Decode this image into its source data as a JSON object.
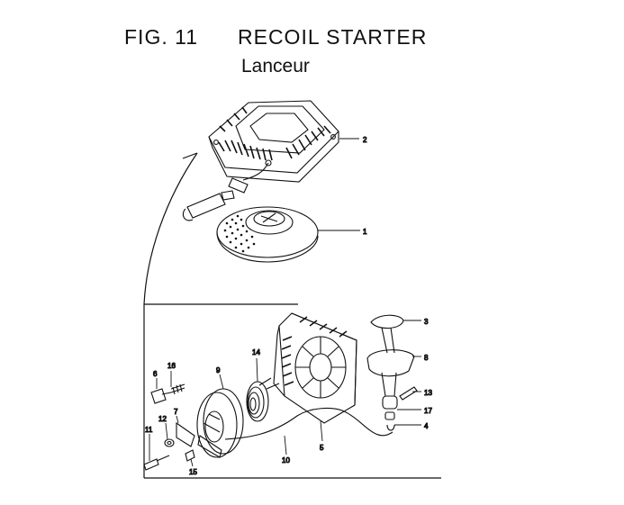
{
  "header": {
    "figure_label": "FIG. 11",
    "title": "RECOIL STARTER",
    "subtitle": "Lanceur"
  },
  "callouts": {
    "c1": "1",
    "c2": "2",
    "c3": "3",
    "c4": "4",
    "c5": "5",
    "c6": "6",
    "c7": "7",
    "c8": "8",
    "c9": "9",
    "c10": "10",
    "c11": "11",
    "c12": "12",
    "c13": "13",
    "c14": "14",
    "c15": "15",
    "c16": "16",
    "c17": "17"
  }
}
